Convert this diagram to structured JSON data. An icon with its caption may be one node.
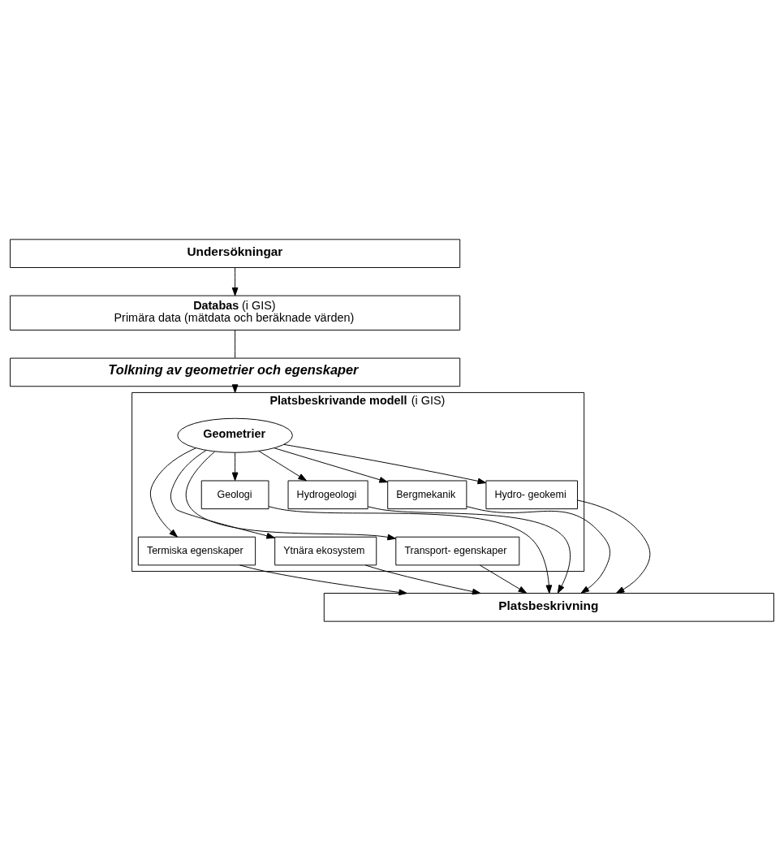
{
  "diagram": {
    "nodes": [
      {
        "text": [
          "Undersökningar"
        ]
      },
      {
        "text": [
          "**Databas** (i GIS)",
          "Primära data (mätdata och beräknade värden)"
        ]
      },
      {
        "text": [
          "Tolkning av geometrier och egenskaper"
        ]
      },
      {
        "text": [
          "**Platsbeskrivande modell** (i GIS)"
        ]
      },
      {
        "text": [
          "Geologi"
        ],
        "in": 3
      },
      {
        "text": [
          "Geometrier"
        ],
        "in": 3
      },
      {
        "text": [
          "Hydrogeologi"
        ],
        "in": 3
      },
      {
        "text": [
          "Bergmekanik"
        ],
        "in": 3
      },
      {
        "text": [
          "Hydro- geokemi"
        ],
        "in": 3
      },
      {
        "text": [
          "Termiska egenskaper"
        ],
        "in": 3
      },
      {
        "text": [
          "Ytnära ekosystem"
        ],
        "in": 3
      },
      {
        "text": [
          "Transport- egenskaper"
        ],
        "in": 3
      },
      {
        "text": [
          "Platsbeskrivning"
        ]
      }
    ],
    "edges": [
      {
        "from": 0,
        "to": 1,
        "arrow": "to"
      },
      {
        "from": 1,
        "to": 2,
        "arrow": "none"
      },
      {
        "from": 2,
        "to": 3,
        "arrow": "to"
      },
      {
        "from": 5,
        "to": 4,
        "arrow": "to"
      },
      {
        "from": 5,
        "to": 6,
        "arrow": "to"
      },
      {
        "from": 5,
        "to": 7,
        "arrow": "to"
      },
      {
        "from": 5,
        "to": 8,
        "arrow": "to"
      },
      {
        "from": 5,
        "to": 9,
        "arrow": "to"
      },
      {
        "from": 5,
        "to": 10,
        "arrow": "to"
      },
      {
        "from": 5,
        "to": 11,
        "arrow": "to"
      },
      {
        "from": 4,
        "to": 12,
        "arrow": "to"
      },
      {
        "from": 7,
        "to": 12,
        "arrow": "to"
      },
      {
        "from": 9,
        "to": 12,
        "arrow": "to"
      },
      {
        "from": 10,
        "to": 12,
        "arrow": "to"
      },
      {
        "from": 11,
        "to": 12,
        "arrow": "to"
      },
      {
        "from": 8,
        "to": 12,
        "arrow": "to"
      },
      {
        "from": 6,
        "to": 12,
        "arrow": "to"
      }
    ]
  }
}
